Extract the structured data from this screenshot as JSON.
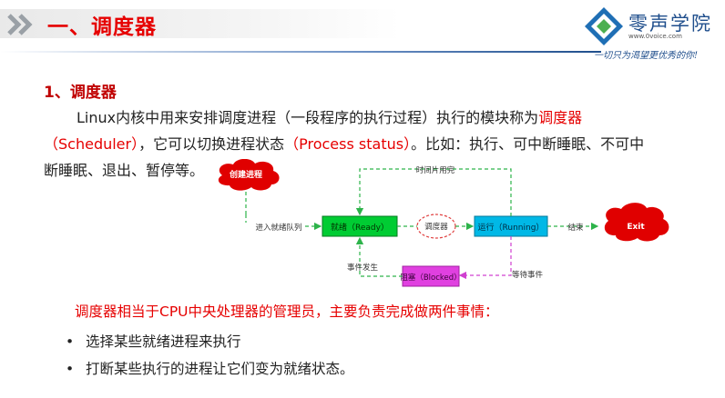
{
  "header": {
    "title": "一、调度器",
    "logo_name": "零声学院",
    "logo_url": "www.0voice.com",
    "slogan": "一切只为渴望更优秀的你!"
  },
  "section": {
    "heading": "1、调度器"
  },
  "paragraph": {
    "line1_a": "Linux内核中用来安排调度进程（一段程序的执行过程）执行的模块称为",
    "line1_red": "调度器",
    "line2_red": "（Scheduler）",
    "line2_b": "，它可以切换进程状态",
    "line2_red2": "（Process status）",
    "line2_c": "。比如：执行、可中断睡眠、不可中",
    "line3": "断睡眠、退出、暂停等。"
  },
  "diagram": {
    "create_process": "创建进程",
    "enter_queue": "进入就绪队列",
    "ready": "就绪（Ready）",
    "scheduler": "调度器",
    "running": "运行（Running）",
    "end": "结束",
    "exit": "Exit",
    "time_slice": "时间片用完",
    "event_occurs": "事件发生",
    "wait_event": "等待事件",
    "blocked": "阻塞（Blocked）",
    "colors": {
      "ready_fill": "#00cc33",
      "running_fill": "#00b8e6",
      "blocked_fill": "#e040e0",
      "cloud_fill": "#e00000",
      "arrow": "#2db34a"
    }
  },
  "summary": "调度器相当于CPU中央处理器的管理员，主要负责完成做两件事情：",
  "bullets": [
    "选择某些就绪进程来执行",
    "打断某些执行的进程让它们变为就绪状态。"
  ]
}
